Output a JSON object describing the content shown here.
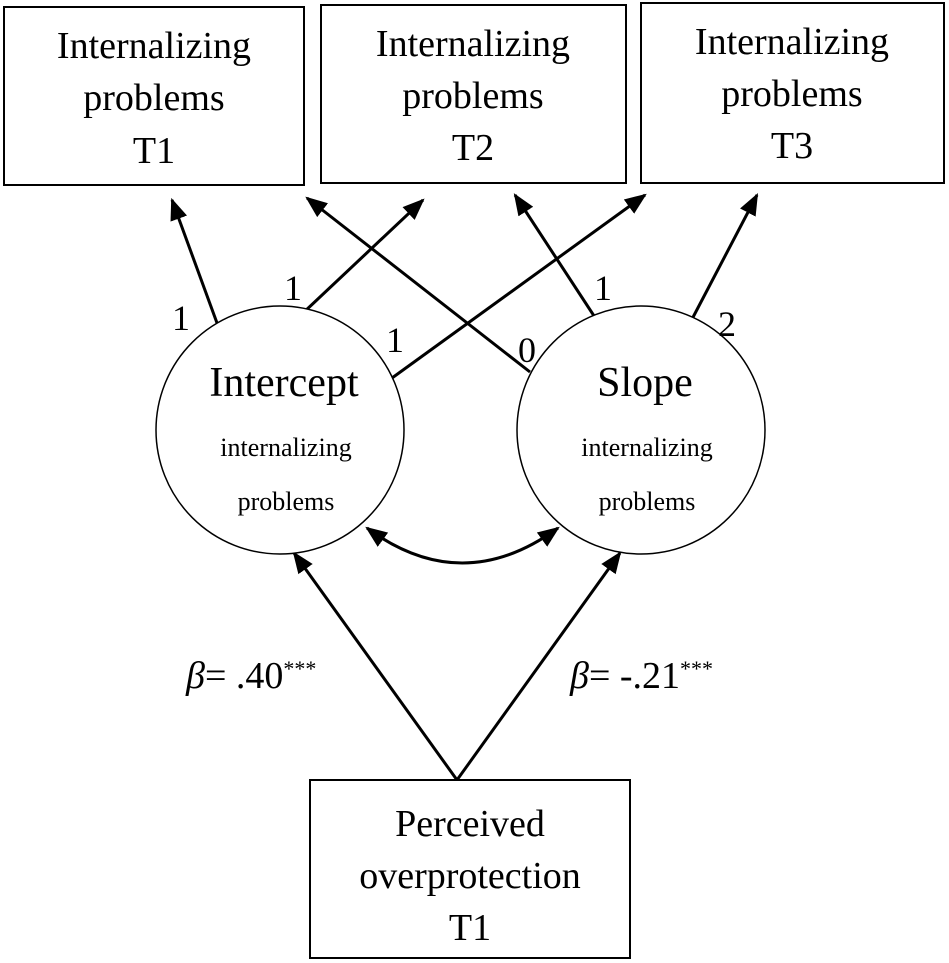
{
  "nodes": {
    "t1": {
      "lines": [
        "Internalizing",
        "problems",
        "T1"
      ]
    },
    "t2": {
      "lines": [
        "Internalizing",
        "problems",
        "T2"
      ]
    },
    "t3": {
      "lines": [
        "Internalizing",
        "problems",
        "T3"
      ]
    },
    "intercept": {
      "title": "Intercept",
      "lines": [
        "internalizing",
        "problems"
      ]
    },
    "slope": {
      "title": "Slope",
      "lines": [
        "internalizing",
        "problems"
      ]
    },
    "predictor": {
      "lines": [
        "Perceived",
        "overprotection",
        "T1"
      ]
    }
  },
  "loadings": {
    "intercept_t1": "1",
    "intercept_t2": "1",
    "intercept_t3": "1",
    "slope_t1": "0",
    "slope_t2": "1",
    "slope_t3": "2"
  },
  "paths": {
    "to_intercept": {
      "symbol": "β",
      "value": "= .40",
      "sig": "***"
    },
    "to_slope": {
      "symbol": "β",
      "value": "= -.21",
      "sig": "***"
    }
  },
  "colors": {
    "stroke": "#000000",
    "background": "#ffffff"
  }
}
